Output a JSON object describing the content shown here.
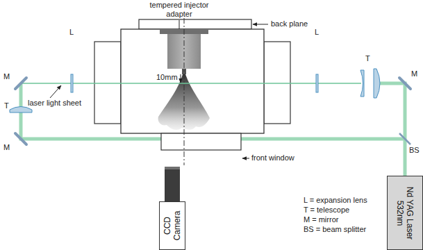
{
  "diagram": {
    "nodes": [
      {
        "text": [
          "Nd YAG Laser 532nm"
        ]
      },
      {
        "text": [
          "CCD Camera"
        ]
      }
    ],
    "labels": [
      "tempered injector adapter",
      "back plane",
      "10mm",
      "laser light sheet",
      "front window",
      "L",
      "L",
      "T",
      "T",
      "M",
      "M",
      "M",
      "BS",
      "L = expansion lens",
      "T = telescope",
      "M = mirror",
      "BS = beam splitter"
    ]
  }
}
